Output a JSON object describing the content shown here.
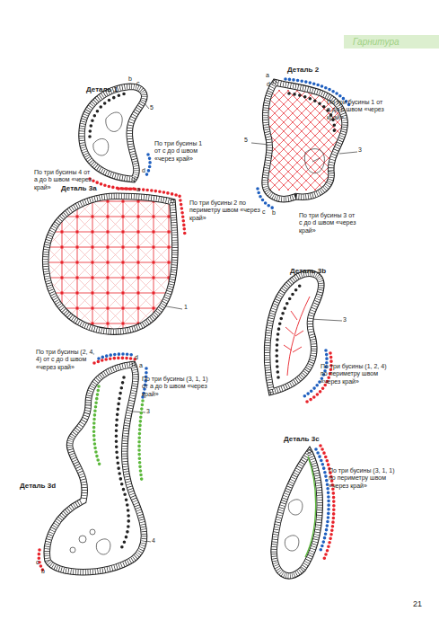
{
  "diagram": {
    "nodes": [
      {
        "text": [
          "Деталь 1"
        ]
      },
      {
        "text": [
          "Деталь 2"
        ]
      },
      {
        "text": [
          "Деталь 3a"
        ]
      },
      {
        "text": [
          "Деталь 3b"
        ]
      },
      {
        "text": [
          "Деталь 3d"
        ]
      },
      {
        "text": [
          "Деталь 3c"
        ]
      }
    ],
    "labels": [
      "Гарнитура",
      "b",
      "c",
      "5",
      "По три бусины 1 от c до d швом «через край»",
      "d",
      "По три бусины 4 от a до b швом «через край»",
      "a",
      "a",
      "d",
      "По три бусины 1 от a до b швом «через край»",
      "5",
      "3",
      "c",
      "b",
      "По три бусины 3 от c до d швом «через край»",
      "По три бусины 2 по периметру швом «через край»",
      "1",
      "3",
      "По три бусины (1, 2, 4) по периметру швом «через край»",
      "По три бусины (2, 4, 4) от c до d швом «через край»",
      "d",
      "a",
      "По три бусины (3, 1, 1) от a до b швом «через край»",
      "3",
      "4",
      "c",
      "b",
      "По три бусины (3, 1, 1) по периметру швом «через край»",
      "21"
    ]
  }
}
